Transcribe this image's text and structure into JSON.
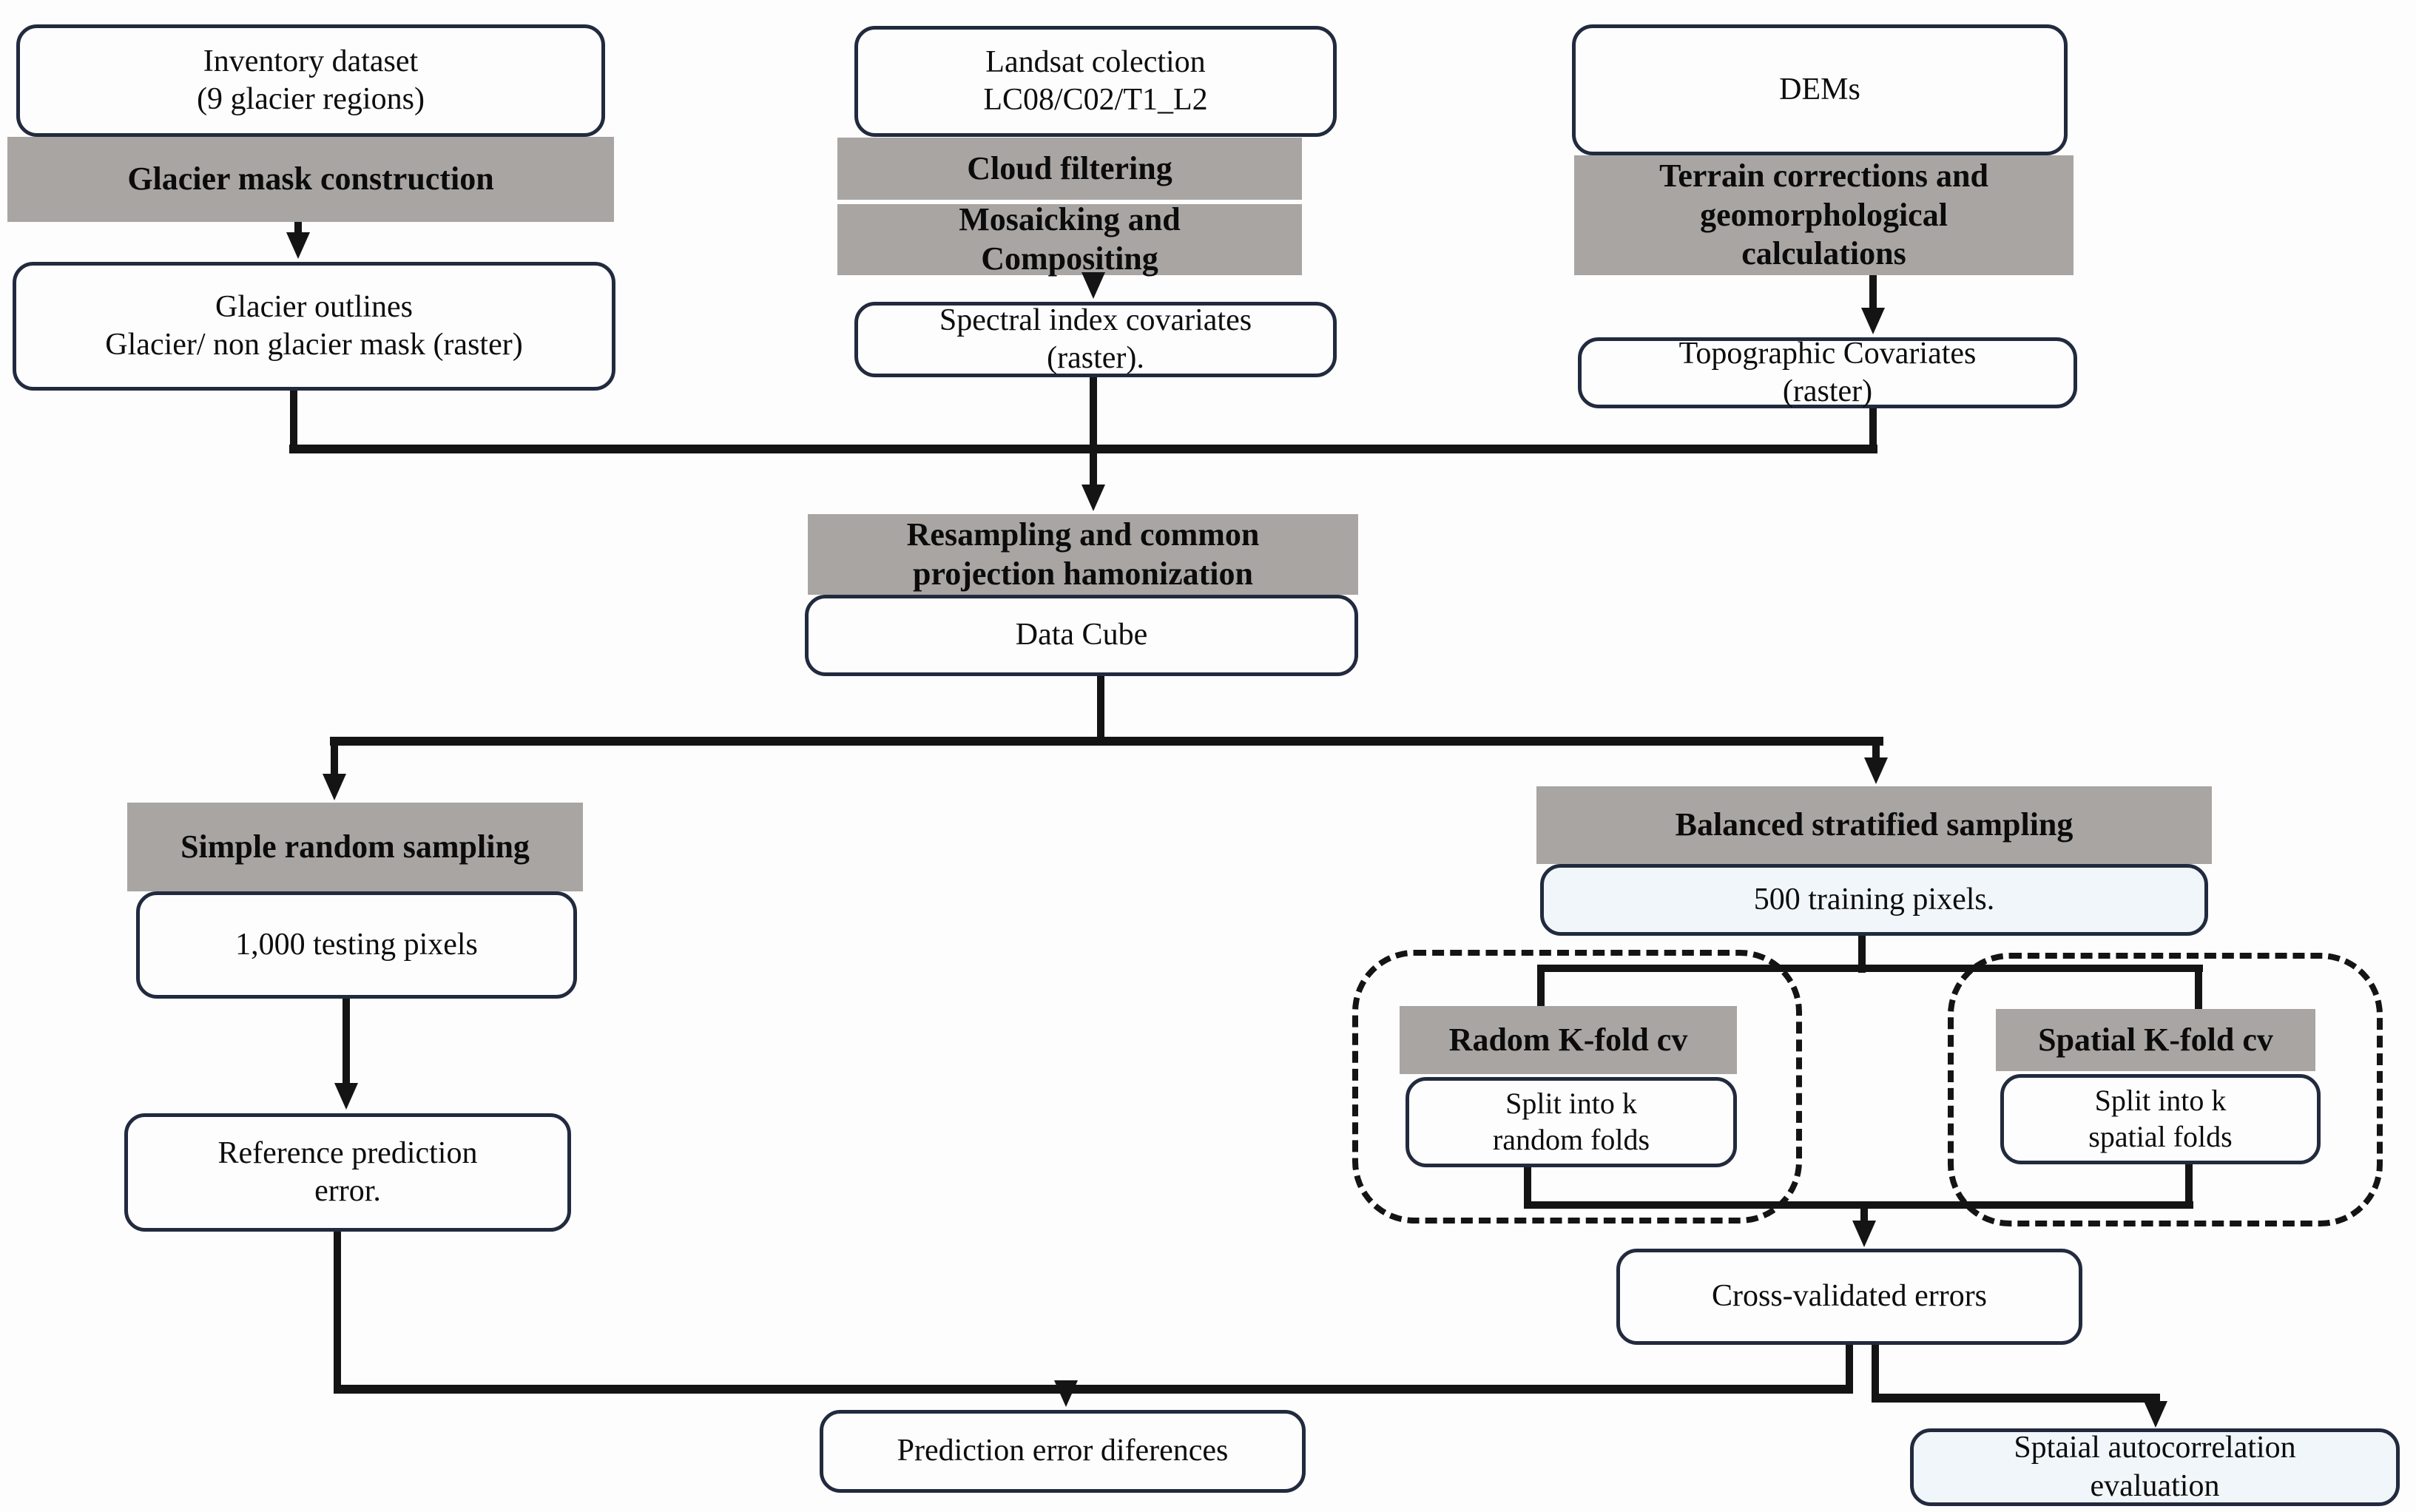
{
  "colors": {
    "process_bar_gray": "#a8a5a3",
    "box_border_navy": "#222a3e",
    "line_black": "#141414",
    "box_fill": "#fdfdfe",
    "box_fill_tint": "#f1f6fa"
  },
  "nodes": {
    "inventory": "Inventory dataset\n(9 glacier regions)",
    "glacier_mask": "Glacier mask construction",
    "outlines": "Glacier outlines\nGlacier/ non glacier mask (raster)",
    "landsat": "Landsat colection\nLC08/C02/T1_L2",
    "cloud": "Cloud filtering",
    "mosaic": "Mosaicking and\nCompositing",
    "spectral": "Spectral index covariates\n(raster).",
    "dems": "DEMs",
    "terrain": "Terrain corrections and\ngeomorphological\ncalculations",
    "topographic": "Topographic Covariates\n(raster)",
    "resampling": "Resampling and common\nprojection hamonization",
    "datacube": "Data Cube",
    "simple": "Simple random sampling",
    "testing": "1,000 testing pixels",
    "reference": "Reference prediction\nerror.",
    "balanced": "Balanced stratified sampling",
    "training": "500 training pixels.",
    "radom": "Radom K-fold cv",
    "split_random": "Split into k\nrandom folds",
    "spatial": "Spatial K-fold cv",
    "split_spatial": "Split into k\nspatial folds",
    "crossval": "Cross-validated errors",
    "prediction": "Prediction error diferences",
    "sptaial": "Sptaial autocorrelation\nevaluation"
  }
}
